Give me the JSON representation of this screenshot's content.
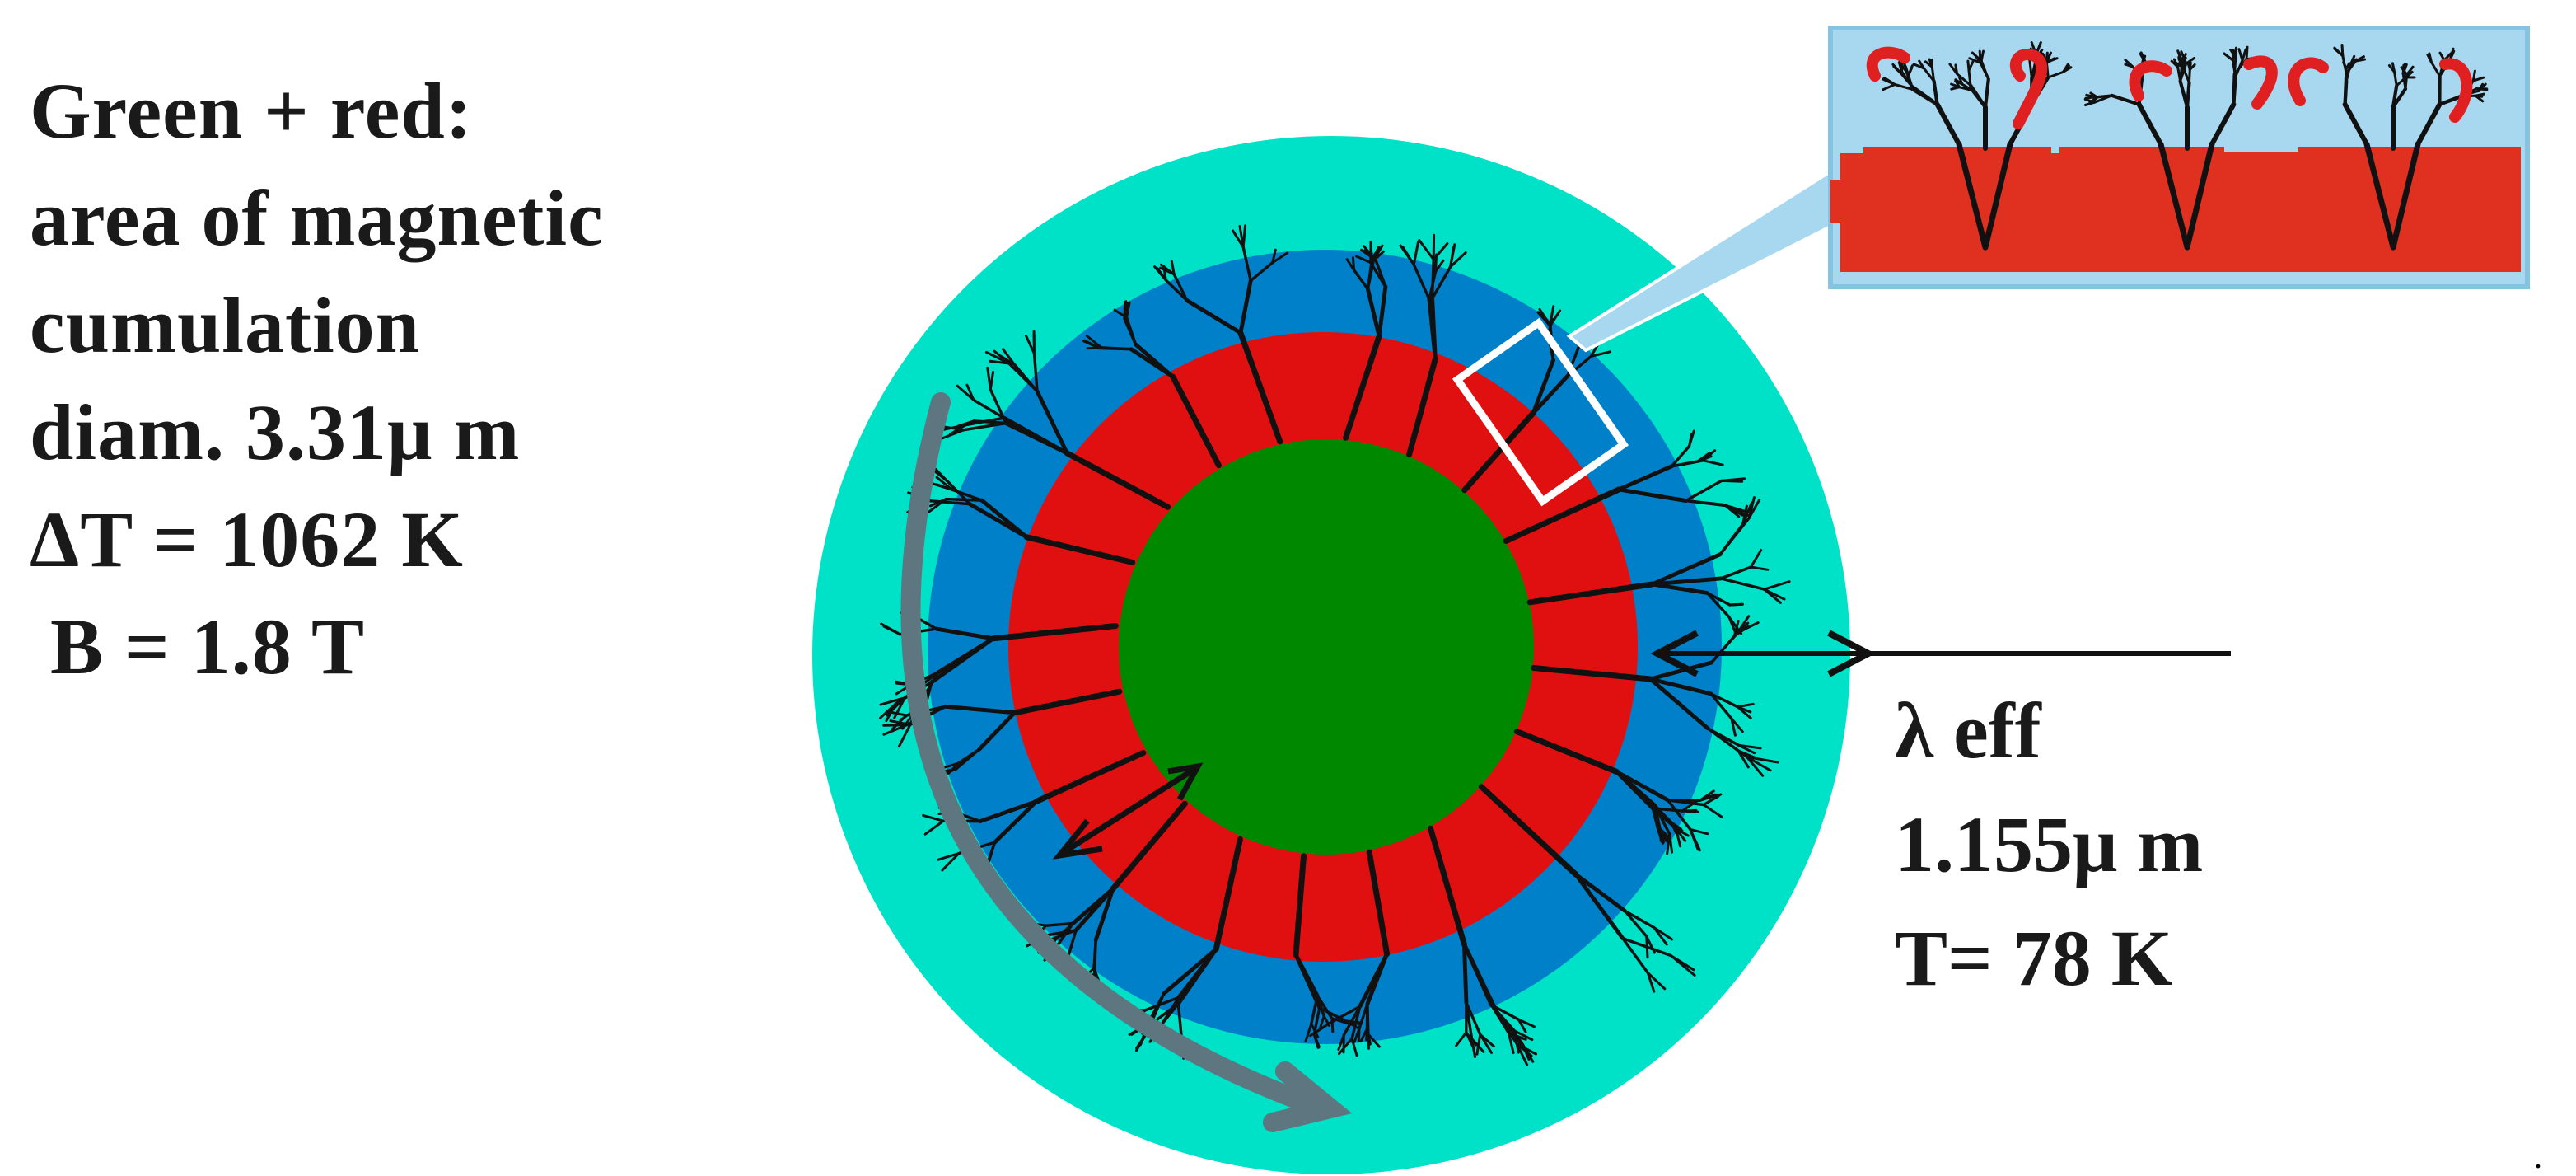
{
  "left_labels": {
    "line1": "Green + red:",
    "line2": "area of magnetic",
    "line3": "cumulation",
    "line4": "diam. 3.31μ m",
    "line5": "ΔT = 1062 K",
    "line6": " B = 1.8 T"
  },
  "right_labels": {
    "line1": "λ eff",
    "line2": "1.155μ m",
    "line3": "T= 78 K"
  },
  "corner_mark": ".",
  "colors": {
    "outer_ring": "#00E2C8",
    "middle_ring": "#0080C8",
    "red_ring": "#E01010",
    "core": "#008800",
    "inset_background": "#A8D8F0",
    "inset_red": "#E03020",
    "trees": "#111111",
    "curved_arrow": "#5E7680",
    "loops": "#E02020"
  }
}
